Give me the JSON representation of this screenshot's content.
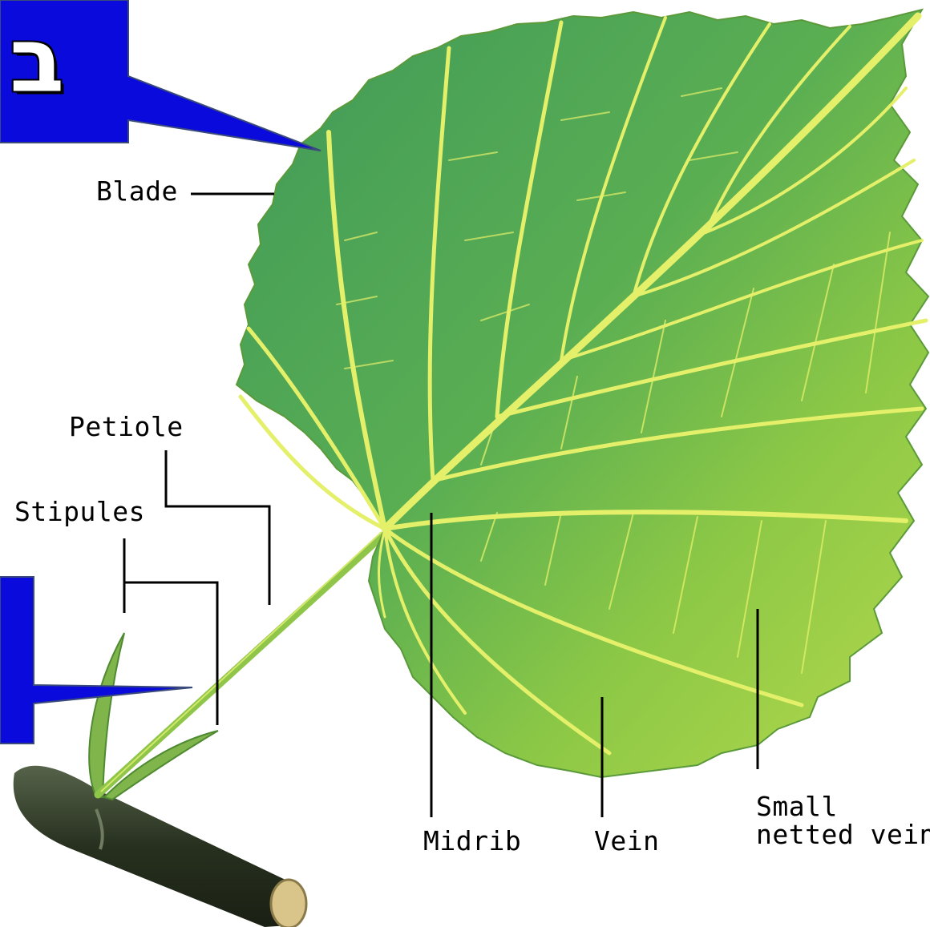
{
  "colors": {
    "callout_blue": "#0a0adc",
    "leaf_dark": "#3f9a5a",
    "leaf_light": "#a8d44a",
    "vein": "#e4f06a",
    "twig": "#2e3a28",
    "leader_line": "#000000"
  },
  "callouts": {
    "top_box": {
      "letter": "ב"
    },
    "bottom_box": {
      "letter": ""
    }
  },
  "labels": {
    "blade": "Blade",
    "petiole": "Petiole",
    "stipules": "Stipules",
    "midrib": "Midrib",
    "vein": "Vein",
    "small_netted_veins": "Small\nnetted veins"
  }
}
